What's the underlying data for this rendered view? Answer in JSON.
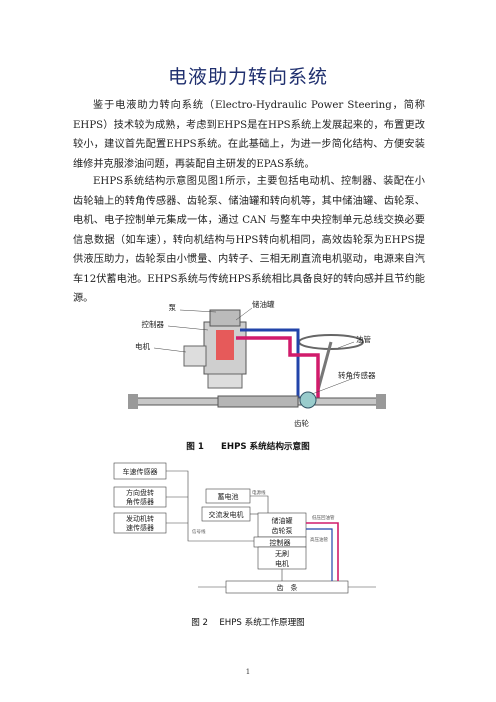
{
  "doc": {
    "title": "电液助力转向系统",
    "para1": "鉴于电液助力转向系统（Electro-Hydraulic Power Steering，简称EHPS）技术较为成熟，考虑到EHPS是在HPS系统上发展起来的，布置更改较小，建议首先配置EHPS系统。在此基础上，为进一步简化结构、方便安装维修并克服渗油问题，再装配自主研发的EPAS系统。",
    "para2": "EHPS系统结构示意图见图1所示，主要包括电动机、控制器、装配在小齿轮轴上的转角传感器、齿轮泵、储油罐和转向机等，其中储油罐、齿轮泵、电机、电子控制单元集成一体，通过 CAN 与整车中央控制单元总线交换必要信息数据（如车速），转向机结构与HPS转向机相同，高效齿轮泵为EHPS提供液压助力，齿轮泵由小惯量、内转子、三相无刷直流电机驱动，电源来自汽车12伏蓄电池。EHPS系统与传统HPS系统相比具备良好的转向感并且节约能源。",
    "page_number": "1"
  },
  "figure1": {
    "caption": "图 1　　EHPS 系统结构示意图",
    "labels": {
      "pump": "泵",
      "controller": "控制器",
      "motor": "电机",
      "reservoir": "储油罐",
      "oil_pipe": "油管",
      "angle_sensor": "转角传感器",
      "gear": "齿轮"
    }
  },
  "figure2": {
    "caption": "图 2　 EHPS 系统工作原理图",
    "blocks": {
      "speed_sensor": "车速传感器",
      "steering_angle_sensor": [
        "方向盘转",
        "角传感器"
      ],
      "engine_speed_sensor": [
        "发动机转",
        "速传感器"
      ],
      "battery": "蓄电池",
      "alternator": "交流发电机",
      "reservoir_pump": [
        "储油罐",
        "齿轮泵"
      ],
      "controller": "控制器",
      "bldc_motor": [
        "无刷",
        "电机"
      ],
      "rack": "齿　条"
    },
    "line_labels": {
      "power_line": "电源线",
      "signal_line": "信号线",
      "high_pressure": "高压油管",
      "low_pressure": "低压回油管"
    },
    "colors": {
      "high_pressure": "#d11b6b",
      "low_pressure": "#2244aa"
    }
  }
}
